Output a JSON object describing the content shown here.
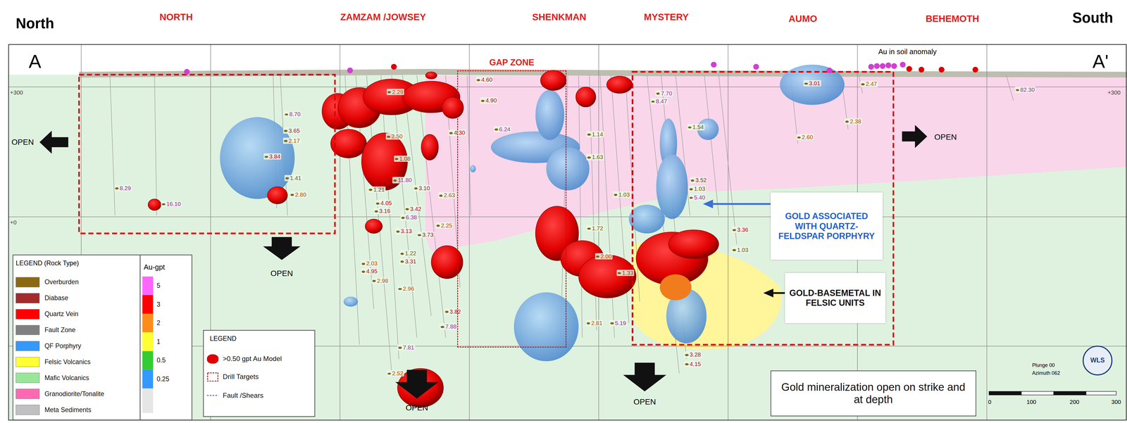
{
  "diagram": {
    "nodes": [
      {
        "text": [
          "GAP ZONE"
        ]
      },
      {
        "text": [
          "GOLD ASSOCIATED WITH QUARTZ-FELDSPAR PORPHYRY"
        ]
      },
      {
        "text": [
          "GOLD-BASEMETAL IN FELSIC UNITS"
        ]
      },
      {
        "text": [
          "Gold mineralization open on strike and at depth"
        ]
      }
    ],
    "labels": [
      "North",
      "NORTH",
      "ZAMZAM /JOWSEY",
      "SHENKMAN",
      "MYSTERY",
      "AUMO",
      "BEHEMOTH",
      "South",
      "A",
      "A'",
      "Au in soil anomaly",
      "+300",
      "+0",
      "+300",
      "OPEN",
      "OPEN",
      "OPEN",
      "OPEN",
      "OPEN",
      "LEGEND (Rock Type)",
      "Au-gpt",
      "LEGEND",
      "Plunge 00",
      "Azimuth 062",
      "WLS",
      "0",
      "100",
      "200",
      "300",
      "8.70",
      "3.65",
      "2.17",
      "3.84",
      "1.41",
      "2.80",
      "8.29",
      "16.10",
      "2.29",
      "4.60",
      "4.90",
      "4.30",
      "2.50",
      "6.24",
      "1.08",
      "11.80",
      "3.10",
      "1.21",
      "2.63",
      "4.05",
      "3.42",
      "3.16",
      "6.38",
      "2.25",
      "3.13",
      "3.73",
      "1.22",
      "3.31",
      "2.03",
      "4.95",
      "2.98",
      "2.96",
      "3.82",
      "7.88",
      "7.81",
      "2.52",
      "7.70",
      "8.47",
      "1.14",
      "1.54",
      "1.63",
      "3.52",
      "1.03",
      "1.03",
      "5.40",
      "1.72",
      "3.36",
      "1.03",
      "2.00",
      "1.33",
      "2.81",
      "5.19",
      "3.28",
      "4.15",
      "3.01",
      "2.47",
      "2.38",
      "2.60",
      "82.30"
    ],
    "legend": [
      {
        "text": "Overburden",
        "color": "#8b6914"
      },
      {
        "text": "Diabase",
        "color": "#a52a2a"
      },
      {
        "text": "Quartz Vein",
        "color": "#ff0000"
      },
      {
        "text": "Fault Zone",
        "color": "#808080"
      },
      {
        "text": "QF Porphyry",
        "color": "#3399ff"
      },
      {
        "text": "Felsic Volcanics",
        "color": "#ffff33"
      },
      {
        "text": "Mafic Volcanics",
        "color": "#99e699"
      },
      {
        "text": "Granodiorite/Tonalite",
        "color": "#ff69b4"
      },
      {
        "text": "Meta Sediments",
        "color": "#c0c0c0"
      },
      {
        "text": "5",
        "color": "#ff66ff"
      },
      {
        "text": "3",
        "color": "#ff0000"
      },
      {
        "text": "2",
        "color": "#ff8c1a"
      },
      {
        "text": "1",
        "color": "#ffff33"
      },
      {
        "text": "0.5",
        "color": "#33cc33"
      },
      {
        "text": "0.25",
        "color": "#3399ff"
      },
      {
        "text": ">0.50 gpt Au Model",
        "color": "#e00000"
      },
      {
        "text": "Drill Targets"
      },
      {
        "text": "Fault /Shears"
      }
    ]
  }
}
